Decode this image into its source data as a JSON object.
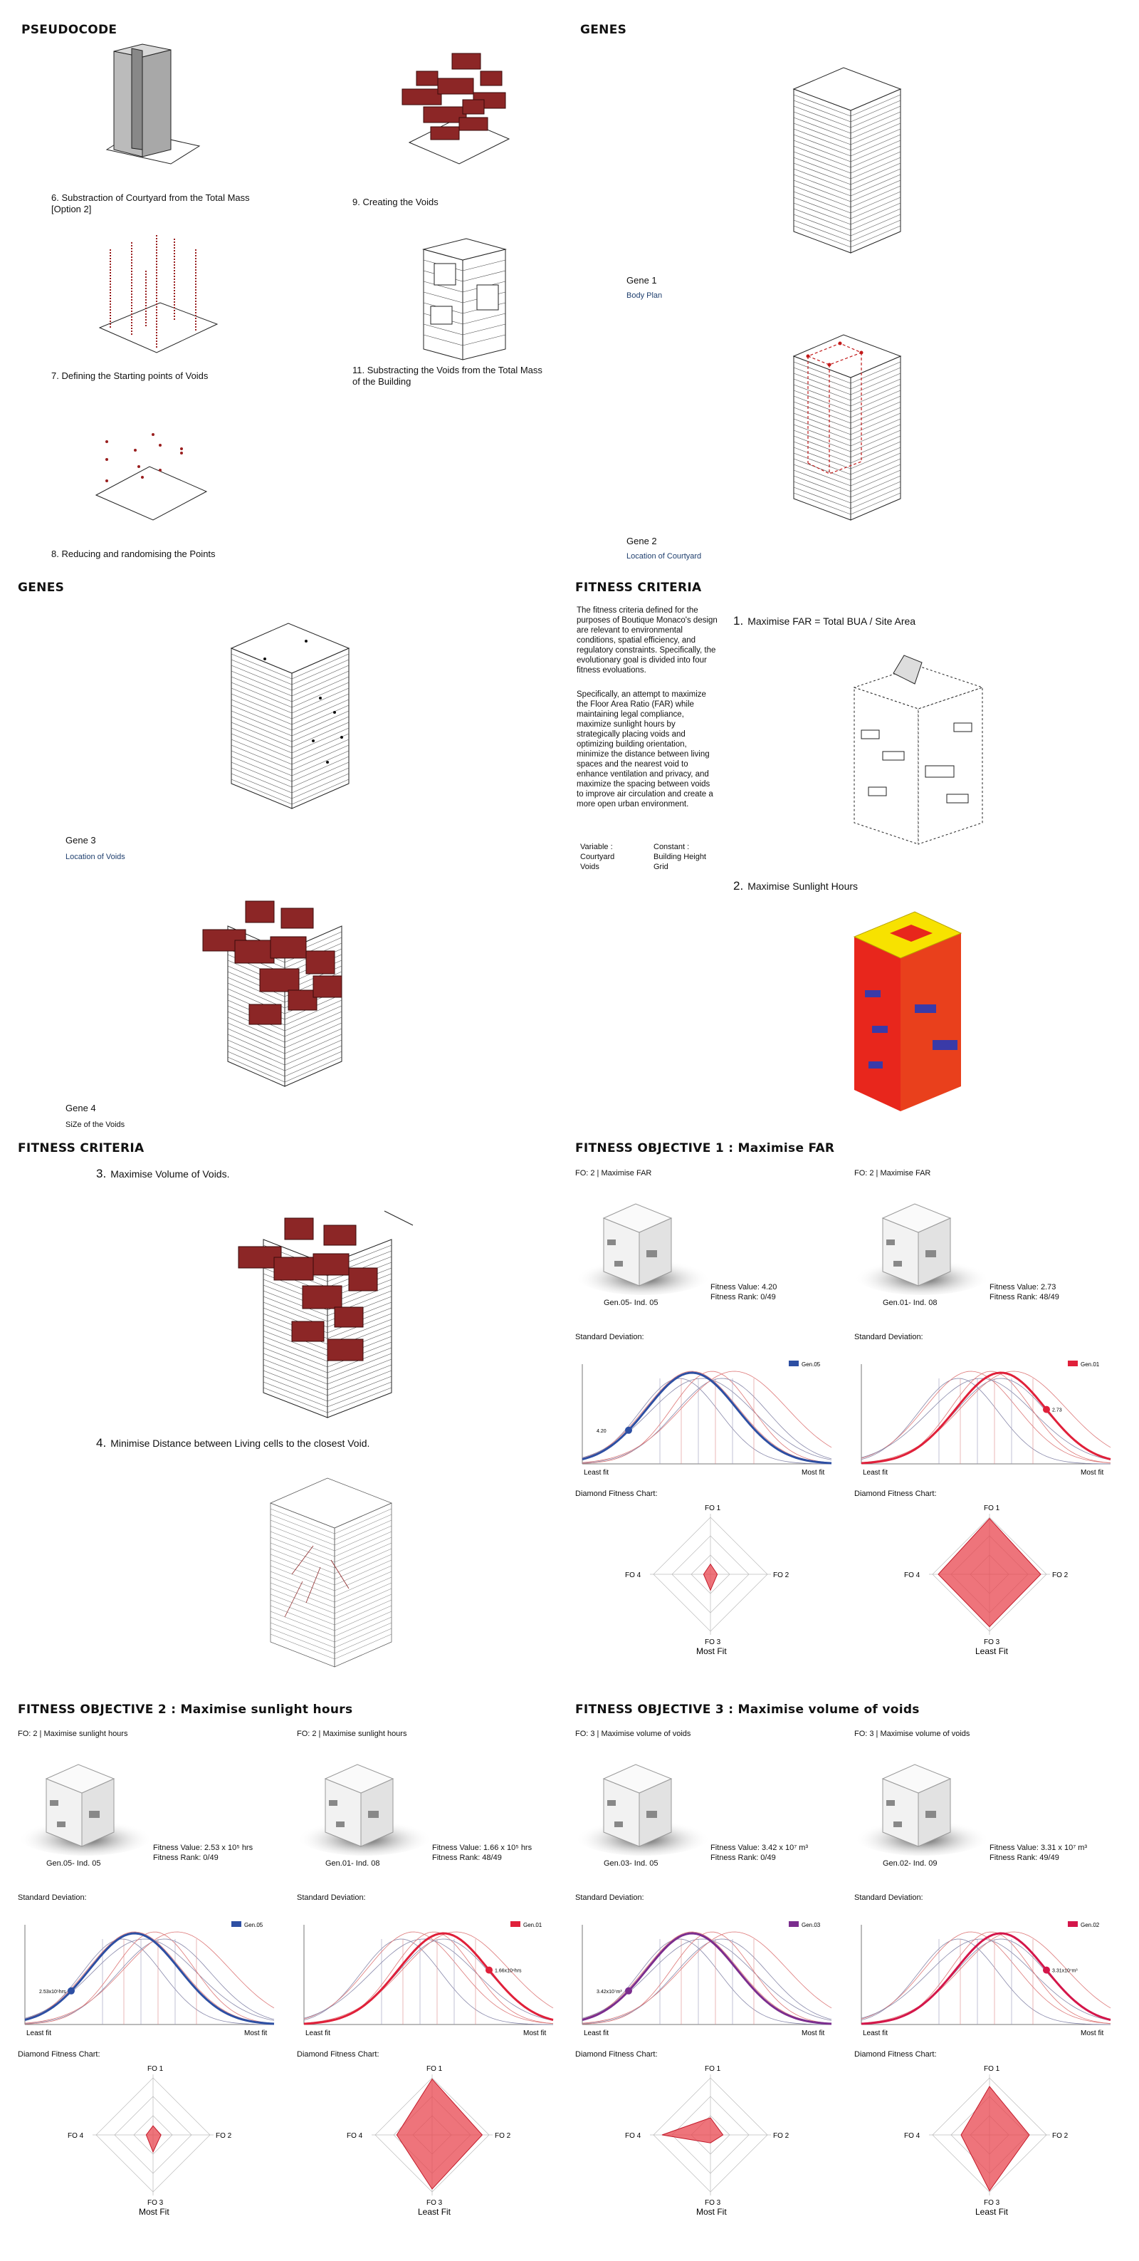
{
  "sections": {
    "pseudocode": "PSEUDOCODE",
    "genes_a": "GENES",
    "genes_b": "GENES",
    "fitness_criteria_a": "FITNESS CRITERIA",
    "fitness_criteria_b": "FITNESS CRITERIA",
    "fo1": "FITNESS OBJECTIVE 1 : Maximise FAR",
    "fo2": "FITNESS OBJECTIVE 2 : Maximise sunlight hours",
    "fo3": "FITNESS OBJECTIVE 3 : Maximise volume of voids"
  },
  "pseudocode": {
    "step6": "6. Substraction of Courtyard from the Total Mass [Option 2]",
    "step7": "7. Defining the Starting points of Voids",
    "step8": "8. Reducing and randomising the Points",
    "step9": "9. Creating the Voids",
    "step11": "11. Substracting the Voids from the Total Mass of the Building"
  },
  "genes": {
    "g1_title": "Gene 1",
    "g1_sub": "Body Plan",
    "g2_title": "Gene 2",
    "g2_sub": "Location of Courtyard",
    "g3_title": "Gene 3",
    "g3_sub": "Location of Voids",
    "g4_title": "Gene 4",
    "g4_sub": "SiZe of the Voids"
  },
  "criteria": {
    "para1": "The fitness criteria defined for the purposes of Boutique Monaco's design are relevant to environmental conditions, spatial efficiency, and regulatory constraints. Specifically, the evolutionary goal is divided into four fitness evoluations.",
    "para2": "Specifically, an attempt to maximize the Floor Area Ratio (FAR) while maintaining legal compliance, maximize sunlight hours by strategically placing voids and optimizing building orientation, minimize the distance between living spaces and the nearest void to enhance ventilation and privacy, and maximize the spacing between voids to improve air circulation and create a more open urban environment.",
    "variable_label": "Variable :",
    "variable_1": "Courtyard",
    "variable_2": "Voids",
    "constant_label": "Constant :",
    "constant_1": "Building Height",
    "constant_2": "Grid",
    "c1_num": "1.",
    "c1_text": "Maximise FAR = Total BUA / Site Area",
    "c2_num": "2.",
    "c2_text": "Maximise Sunlight Hours",
    "c3_num": "3.",
    "c3_text": "Maximise Volume of Voids.",
    "c4_num": "4.",
    "c4_text": "Minimise Distance between Living cells to the closest Void."
  },
  "common": {
    "std_dev": "Standard Deviation:",
    "diamond": "Diamond Fitness Chart:",
    "least_fit": "Least fit",
    "most_fit": "Most fit",
    "fo1_axis": "FO 1",
    "fo2_axis": "FO 2",
    "fo3_axis": "FO 3",
    "fo4_axis": "FO 4",
    "diamond_most": "Most Fit",
    "diamond_least": "Least Fit"
  },
  "panels": [
    {
      "header": "FO: 2 | Maximise FAR",
      "gen": "Gen.05- Ind. 05",
      "fv": "Fitness Value: 4.20",
      "fr": "Fitness Rank: 0/49",
      "legend": "Gen.05",
      "marker": "4.20",
      "color": "#2d4fa3",
      "verdict": "Most Fit",
      "diamond": [
        0.18,
        0.12,
        0.28,
        0.12
      ]
    },
    {
      "header": "FO: 2 | Maximise FAR",
      "gen": "Gen.01- Ind. 08",
      "fv": "Fitness Value: 2.73",
      "fr": "Fitness Rank: 48/49",
      "legend": "Gen.01",
      "marker": "2.73",
      "color": "#e0203a",
      "verdict": "Least Fit",
      "diamond": [
        0.98,
        0.9,
        0.92,
        0.9
      ]
    },
    {
      "header": "FO: 2 | Maximise sunlight hours",
      "gen": "Gen.05- Ind. 05",
      "fv": "Fitness Value: 2.53 x 10⁵ hrs",
      "fr": "Fitness Rank: 0/49",
      "legend": "Gen.05",
      "marker": "2.53x10⁵hrs",
      "color": "#2d4fa3",
      "verdict": "Most Fit",
      "diamond": [
        0.16,
        0.14,
        0.3,
        0.12
      ]
    },
    {
      "header": "FO: 2 | Maximise sunlight hours",
      "gen": "Gen.01- Ind. 08",
      "fv": "Fitness Value: 1.66 x 10⁵ hrs",
      "fr": "Fitness Rank: 48/49",
      "legend": "Gen.01",
      "marker": "1.66x10⁵hrs",
      "color": "#e0203a",
      "verdict": "Least Fit",
      "diamond": [
        0.98,
        0.88,
        0.95,
        0.62
      ]
    },
    {
      "header": "FO: 3 | Maximise volume of voids",
      "gen": "Gen.03- Ind. 05",
      "fv": "Fitness Value: 3.42 x 10⁷ m³",
      "fr": "Fitness Rank: 0/49",
      "legend": "Gen.03",
      "marker": "3.42x10⁷m³",
      "color": "#7b2d8e",
      "verdict": "Most Fit",
      "diamond": [
        0.3,
        0.22,
        0.14,
        0.85
      ]
    },
    {
      "header": "FO: 3 | Maximise volume of voids",
      "gen": "Gen.02- Ind. 09",
      "fv": "Fitness Value: 3.31 x 10⁷ m³",
      "fr": "Fitness Rank: 49/49",
      "legend": "Gen.02",
      "marker": "3.31x10⁷m³",
      "color": "#d4164a",
      "verdict": "Least Fit",
      "diamond": [
        0.85,
        0.7,
        0.98,
        0.5
      ]
    }
  ]
}
